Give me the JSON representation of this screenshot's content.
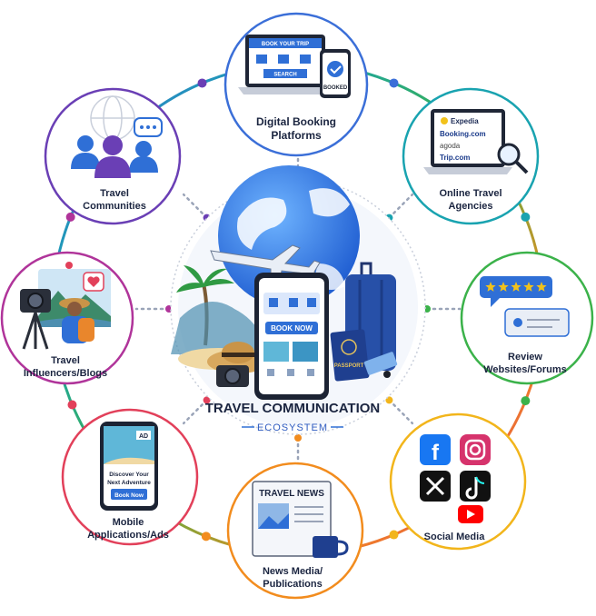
{
  "center": {
    "title": "TRAVEL COMMUNICATION",
    "subtitle": "ECOSYSTEM",
    "book_now": "BOOK NOW",
    "passport": "PASSPORT"
  },
  "nodes": [
    {
      "id": "booking",
      "line1": "Digital Booking",
      "line2": "Platforms",
      "color": "#3b6fd8"
    },
    {
      "id": "ota",
      "line1": "Online Travel",
      "line2": "Agencies",
      "color": "#19a3b0"
    },
    {
      "id": "reviews",
      "line1": "Review",
      "line2": "Websites/Forums",
      "color": "#3bb24a"
    },
    {
      "id": "social",
      "line1": "Social Media",
      "line2": "",
      "color": "#f2b51b"
    },
    {
      "id": "news",
      "line1": "News Media/",
      "line2": "Publications",
      "color": "#f28c1e"
    },
    {
      "id": "apps",
      "line1": "Mobile",
      "line2": "Applications/Ads",
      "color": "#e2405a"
    },
    {
      "id": "influencers",
      "line1": "Travel",
      "line2": "Influencers/Blogs",
      "color": "#b0349a"
    },
    {
      "id": "communities",
      "line1": "Travel",
      "line2": "Communities",
      "color": "#6a3fb5"
    }
  ],
  "booking_panel": {
    "header": "BOOK YOUR TRIP",
    "search": "SEARCH",
    "booked": "BOOKED"
  },
  "ota_brands": [
    "Expedia",
    "Booking.com",
    "agoda",
    "Trip.com"
  ],
  "app_ad": {
    "badge": "AD",
    "line1": "Discover Your",
    "line2": "Next Adventure",
    "button": "Book Now"
  },
  "news_header": "TRAVEL NEWS",
  "colors": {
    "navy": "#1f3f8f",
    "blue": "#2f6fd6",
    "ring_dots": "#9aa4b8"
  }
}
